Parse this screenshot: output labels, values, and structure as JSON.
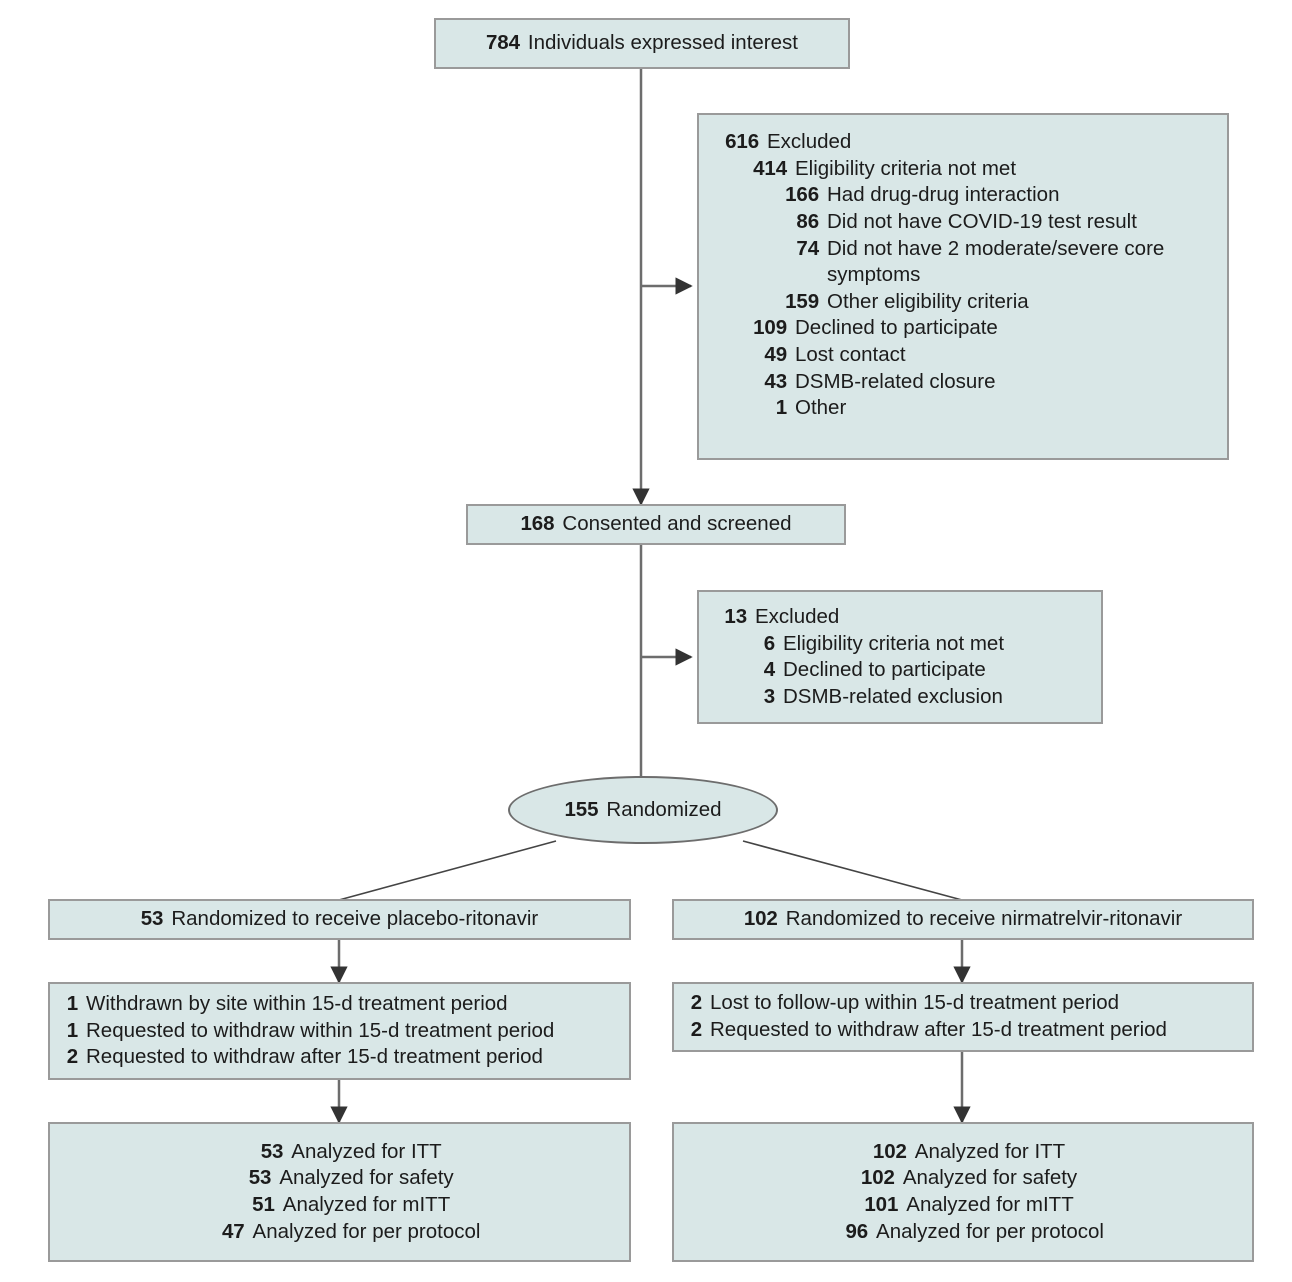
{
  "diagram": {
    "type": "consort-flow-diagram",
    "nodes": {
      "enrollment": {
        "num": "784",
        "label": "Individuals expressed interest"
      },
      "excluded_1": {
        "num": "616",
        "label": "Excluded",
        "children": [
          {
            "num": "414",
            "label": "Eligibility criteria not met",
            "children": [
              {
                "num": "166",
                "label": "Had drug-drug interaction"
              },
              {
                "num": "86",
                "label": "Did not have COVID-19 test result"
              },
              {
                "num": "74",
                "label": "Did not have 2 moderate/severe core symptoms"
              },
              {
                "num": "159",
                "label": "Other eligibility criteria"
              }
            ]
          },
          {
            "num": "109",
            "label": "Declined to participate"
          },
          {
            "num": "49",
            "label": "Lost contact"
          },
          {
            "num": "43",
            "label": "DSMB-related closure"
          },
          {
            "num": "1",
            "label": "Other"
          }
        ]
      },
      "consented": {
        "num": "168",
        "label": "Consented and screened"
      },
      "excluded_2": {
        "num": "13",
        "label": "Excluded",
        "children": [
          {
            "num": "6",
            "label": "Eligibility criteria not met"
          },
          {
            "num": "4",
            "label": "Declined to participate"
          },
          {
            "num": "3",
            "label": "DSMB-related exclusion"
          }
        ]
      },
      "randomized": {
        "num": "155",
        "label": "Randomized"
      },
      "arm_left": {
        "allocation": {
          "num": "53",
          "label": "Randomized to receive placebo-ritonavir"
        },
        "followup": [
          {
            "num": "1",
            "label": "Withdrawn by site within 15-d treatment period"
          },
          {
            "num": "1",
            "label": "Requested to withdraw within 15-d treatment period"
          },
          {
            "num": "2",
            "label": "Requested to withdraw after 15-d treatment period"
          }
        ],
        "analysis": [
          {
            "num": "53",
            "label": "Analyzed for ITT"
          },
          {
            "num": "53",
            "label": "Analyzed for safety"
          },
          {
            "num": "51",
            "label": "Analyzed for mITT"
          },
          {
            "num": "47",
            "label": "Analyzed for per protocol"
          }
        ]
      },
      "arm_right": {
        "allocation": {
          "num": "102",
          "label": "Randomized to receive nirmatrelvir-ritonavir"
        },
        "followup": [
          {
            "num": "2",
            "label": "Lost to follow-up within 15-d treatment period"
          },
          {
            "num": "2",
            "label": "Requested to withdraw after 15-d treatment period"
          }
        ],
        "analysis": [
          {
            "num": "102",
            "label": "Analyzed for ITT"
          },
          {
            "num": "102",
            "label": "Analyzed for safety"
          },
          {
            "num": "101",
            "label": "Analyzed for mITT"
          },
          {
            "num": "96",
            "label": "Analyzed for per protocol"
          }
        ]
      }
    },
    "colors": {
      "box_fill": "#d9e7e7",
      "box_border": "#9a9a9a",
      "line": "#6d6d6d",
      "text": "#1c1c1c",
      "background": "#ffffff"
    }
  }
}
